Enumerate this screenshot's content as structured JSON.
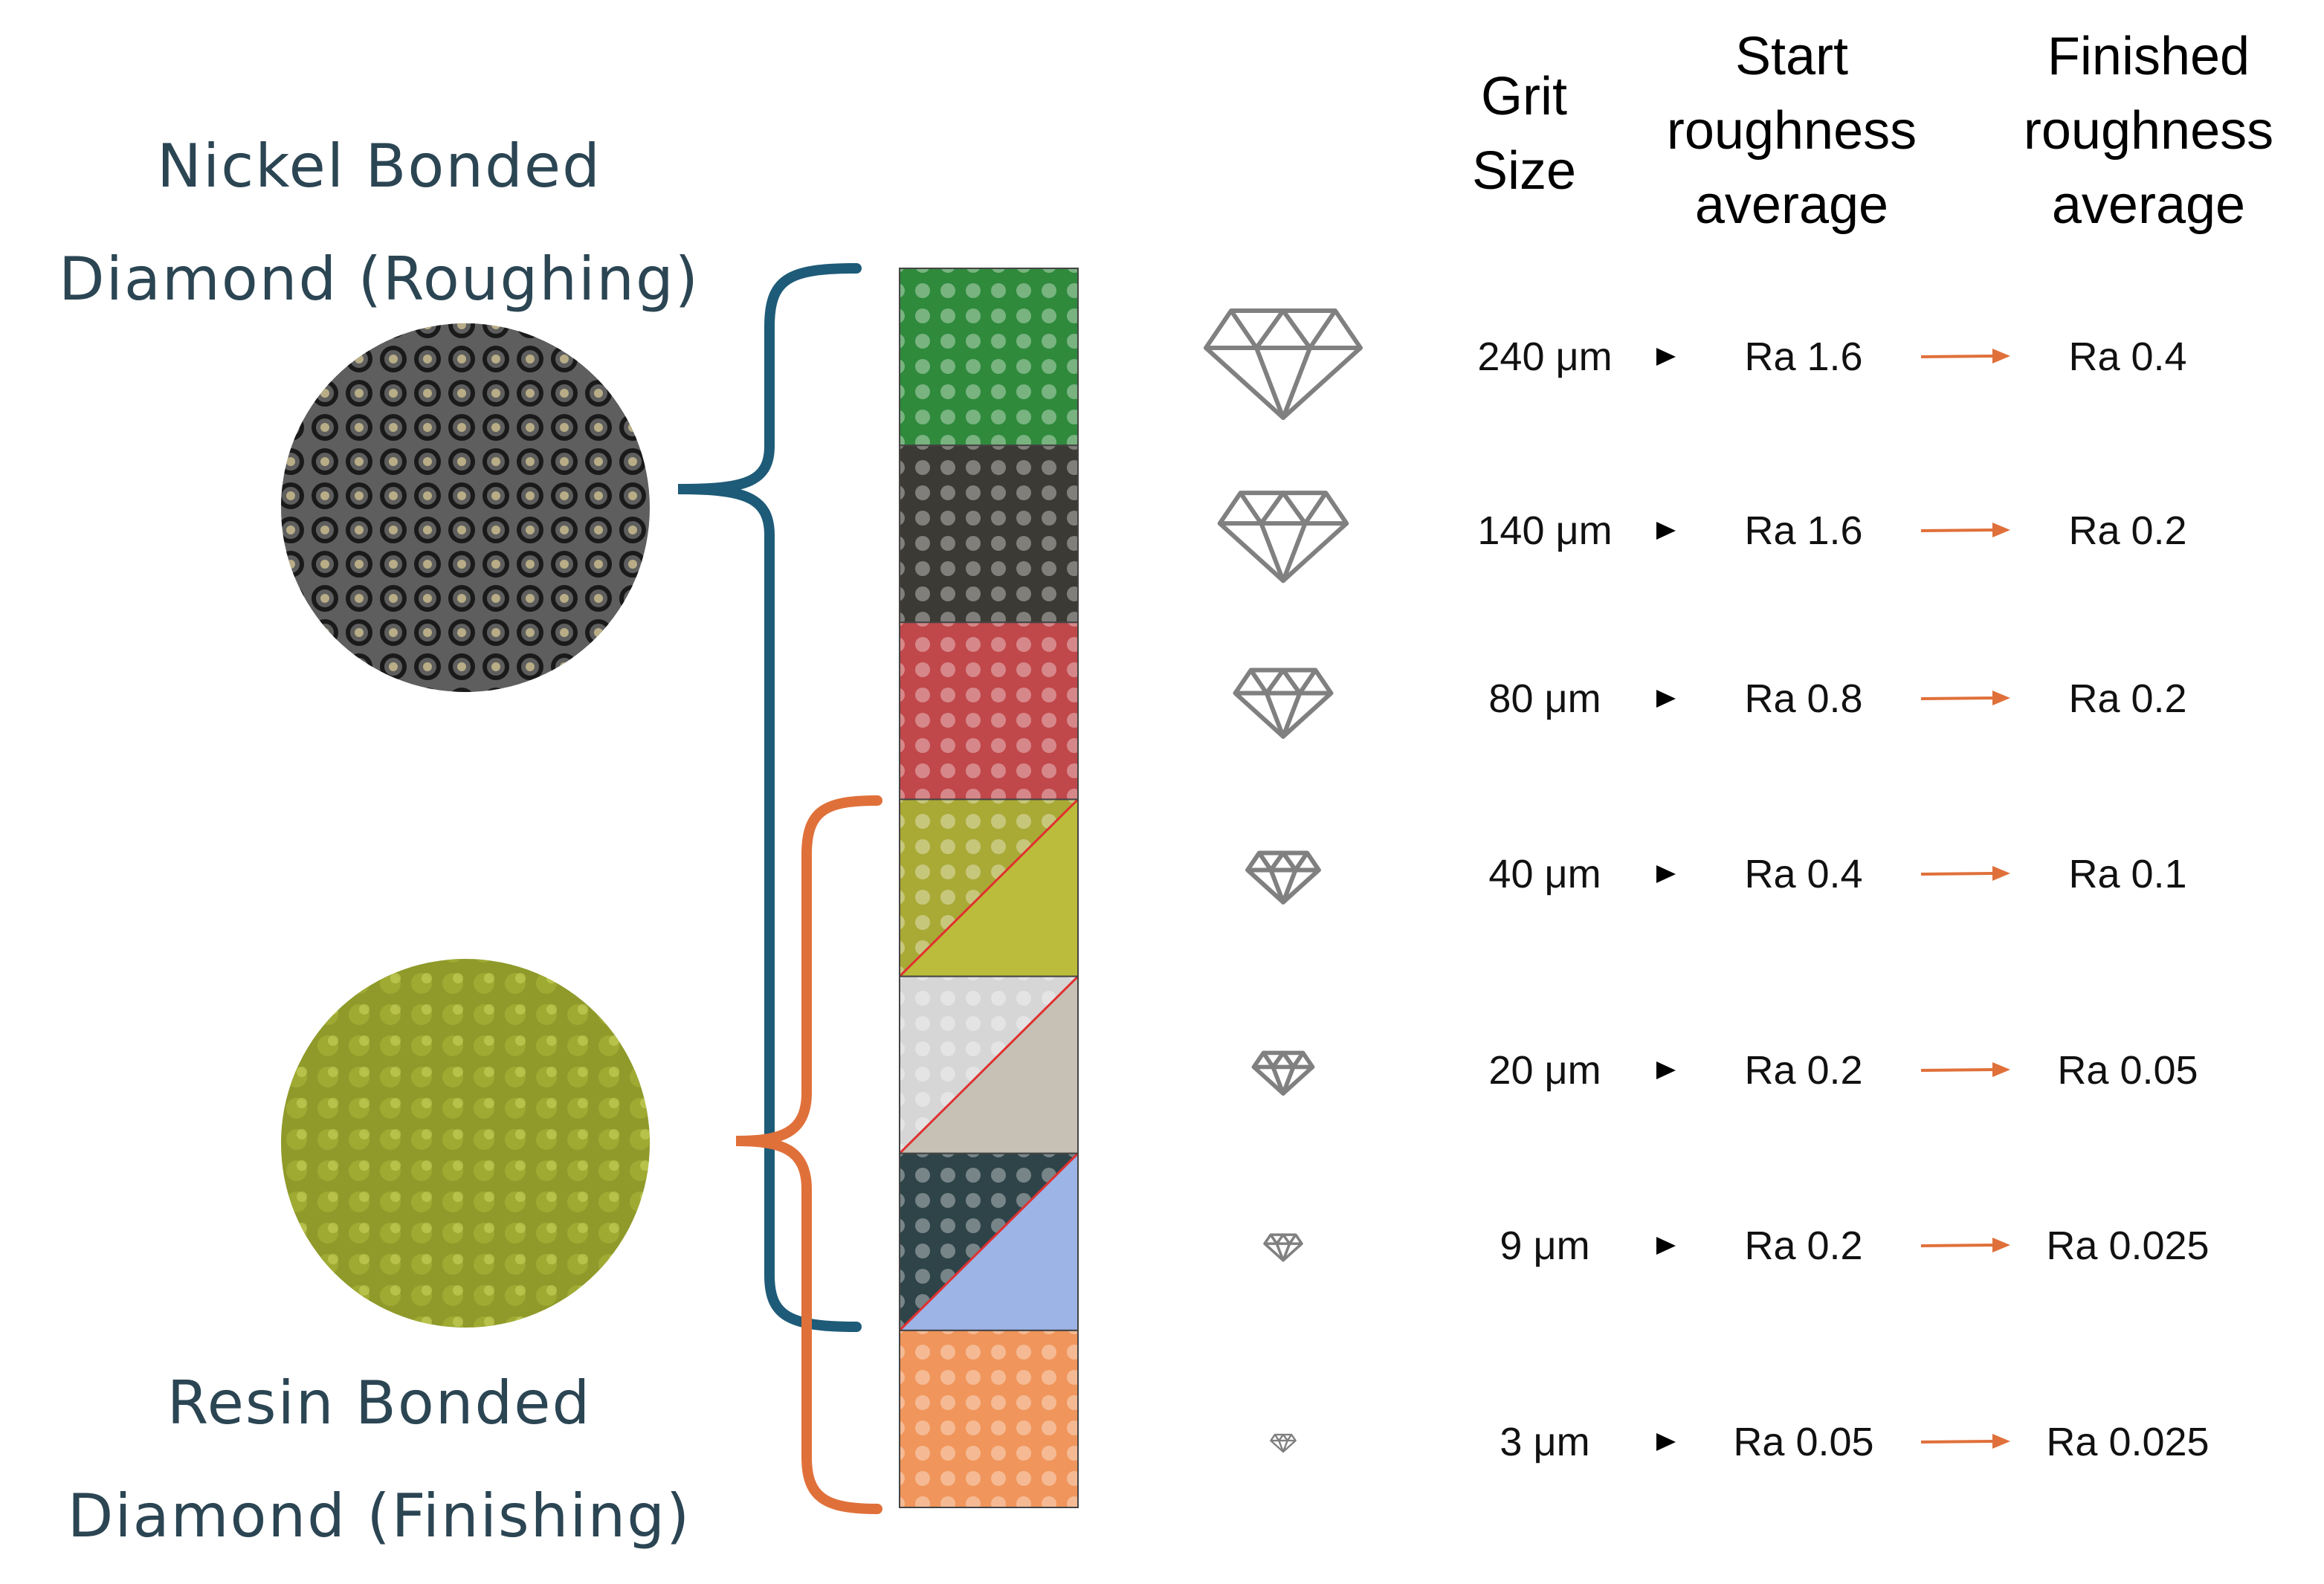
{
  "groups": {
    "nickel": {
      "line1": "Nickel Bonded",
      "line2": "Diamond (Roughing)",
      "bracket_color": "#1e5b78",
      "sample_color": "#5e5e5e"
    },
    "resin": {
      "line1": "Resin Bonded",
      "line2": "Diamond (Finishing)",
      "bracket_color": "#e0703a",
      "sample_color": "#8f9a2a"
    }
  },
  "headers": {
    "grit": [
      "Grit",
      "Size"
    ],
    "start": [
      "Start",
      "roughness",
      "average"
    ],
    "finished": [
      "Finished",
      "roughness",
      "average"
    ]
  },
  "rows": [
    {
      "grit": "240 μm",
      "start": "Ra 1.6",
      "finished": "Ra 0.4",
      "swatch": "#2f8a3c",
      "swatch2": "",
      "diamond_scale": 1.0
    },
    {
      "grit": "140 μm",
      "start": "Ra 1.6",
      "finished": "Ra 0.2",
      "swatch": "#3c3a34",
      "swatch2": "",
      "diamond_scale": 0.82
    },
    {
      "grit": "80 μm",
      "start": "Ra 0.8",
      "finished": "Ra 0.2",
      "swatch": "#c0474a",
      "swatch2": "",
      "diamond_scale": 0.62
    },
    {
      "grit": "40 μm",
      "start": "Ra 0.4",
      "finished": "Ra 0.1",
      "swatch": "#a9a936",
      "swatch2": "#bcbc3c",
      "diamond_scale": 0.46
    },
    {
      "grit": "20 μm",
      "start": "Ra 0.2",
      "finished": "Ra 0.05",
      "swatch": "#d6d6d6",
      "swatch2": "#c6c1b4",
      "diamond_scale": 0.38
    },
    {
      "grit": "9 μm",
      "start": "Ra 0.2",
      "finished": "Ra 0.025",
      "swatch": "#2f4448",
      "swatch2": "#9cb4e6",
      "diamond_scale": 0.24
    },
    {
      "grit": "3 μm",
      "start": "Ra 0.05",
      "finished": "Ra 0.025",
      "swatch": "#f0955b",
      "swatch2": "",
      "diamond_scale": 0.16
    }
  ],
  "icons": {
    "diamond": "diamond-icon",
    "triangle": "triangle-right-icon",
    "arrow": "arrow-right-icon"
  },
  "colors": {
    "arrow": "#e0703a",
    "diamond_stroke": "#808080",
    "divider": "#e03030"
  }
}
